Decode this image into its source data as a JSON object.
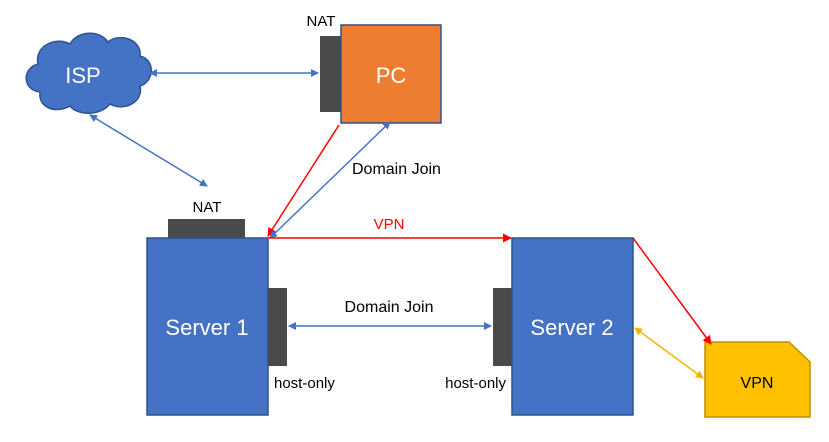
{
  "nodes": {
    "isp": {
      "label": "ISP"
    },
    "pc": {
      "label": "PC",
      "nat_label": "NAT"
    },
    "server1": {
      "label": "Server 1",
      "nat_label": "NAT",
      "hostonly_label": "host-only"
    },
    "server2": {
      "label": "Server 2",
      "hostonly_label": "host-only"
    },
    "vpn_card": {
      "label": "VPN"
    }
  },
  "connections": {
    "domain_join_pc": {
      "label": "Domain Join"
    },
    "domain_join_servers": {
      "label": "Domain Join"
    },
    "vpn_link": {
      "label": "VPN"
    }
  },
  "colors": {
    "blue_box": "#4472C4",
    "blue_stroke": "#2F528F",
    "orange": "#ED7D31",
    "yellow": "#FFC000",
    "dark_gray": "#4A4A4A",
    "red": "#FF0000",
    "arrow_blue": "#4472C4",
    "arrow_yellow": "#F5B400"
  }
}
